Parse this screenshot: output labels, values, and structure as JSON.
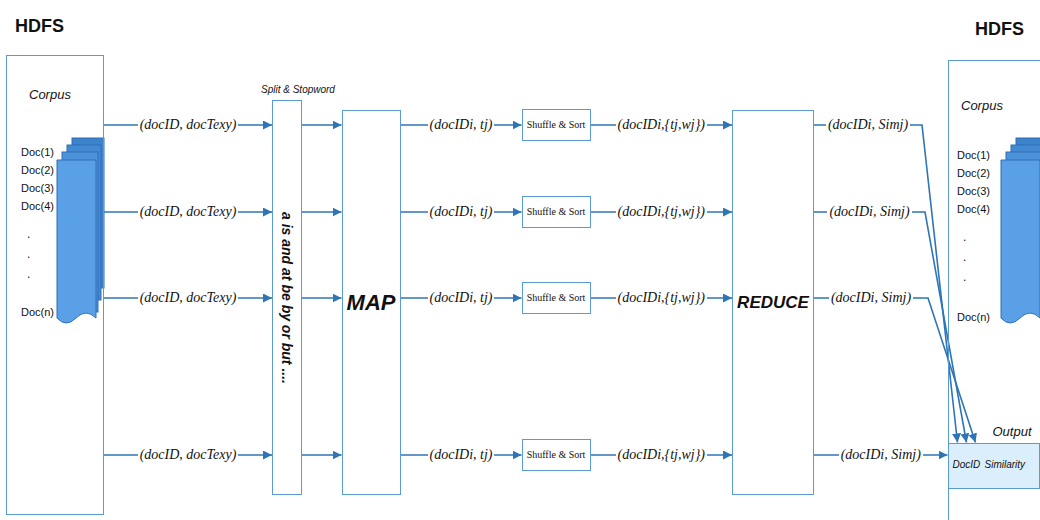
{
  "diagram": {
    "nodes": [
      {
        "text": [
          "HDFS",
          "Corpus",
          "Doc(1)",
          "Doc(2)",
          "Doc(3)",
          "Doc(4)",
          ".",
          ".",
          ".",
          "Doc(n)"
        ]
      },
      {
        "text": [
          "Split & Stopword",
          "a is and at be by or but ...."
        ]
      },
      {
        "text": [
          "MAP"
        ]
      },
      {
        "text": [
          "Shuffle & Sort"
        ]
      },
      {
        "text": [
          "Shuffle & Sort"
        ]
      },
      {
        "text": [
          "Shuffle & Sort"
        ]
      },
      {
        "text": [
          "Shuffle & Sort"
        ]
      },
      {
        "text": [
          "REDUCE"
        ]
      },
      {
        "text": [
          "HDFS",
          "Corpus",
          "Doc(1)",
          "Doc(2)",
          "Doc(3)",
          "Doc(4)",
          ".",
          ".",
          ".",
          "Doc(n)"
        ]
      },
      {
        "text": [
          "Output",
          "DocID",
          "Similarity"
        ],
        "in": 8
      }
    ],
    "edges": [
      {
        "from": 0,
        "to": 1,
        "arrow": "to",
        "label": "(docID, docTexy)"
      },
      {
        "from": 0,
        "to": 1,
        "arrow": "to",
        "label": "(docID, docTexy)"
      },
      {
        "from": 0,
        "to": 1,
        "arrow": "to",
        "label": "(docID, docTexy)"
      },
      {
        "from": 0,
        "to": 1,
        "arrow": "to",
        "label": "(docID, docTexy)"
      },
      {
        "from": 1,
        "to": 2,
        "arrow": "to"
      },
      {
        "from": 1,
        "to": 2,
        "arrow": "to"
      },
      {
        "from": 1,
        "to": 2,
        "arrow": "to"
      },
      {
        "from": 1,
        "to": 2,
        "arrow": "to"
      },
      {
        "from": 2,
        "to": 3,
        "arrow": "to",
        "label": "(docIDi, tj)"
      },
      {
        "from": 2,
        "to": 4,
        "arrow": "to",
        "label": "(docIDi, tj)"
      },
      {
        "from": 2,
        "to": 5,
        "arrow": "to",
        "label": "(docIDi, tj)"
      },
      {
        "from": 2,
        "to": 6,
        "arrow": "to",
        "label": "(docIDi, tj)"
      },
      {
        "from": 3,
        "to": 7,
        "arrow": "to",
        "label": "(docIDi,{tj,wj})"
      },
      {
        "from": 4,
        "to": 7,
        "arrow": "to",
        "label": "(docIDi,{tj,wj})"
      },
      {
        "from": 5,
        "to": 7,
        "arrow": "to",
        "label": "(docIDi,{tj,wj})"
      },
      {
        "from": 6,
        "to": 7,
        "arrow": "to",
        "label": "(docIDi,{tj,wj})"
      },
      {
        "from": 7,
        "to": 9,
        "arrow": "to",
        "label": "(docIDi, Simj)"
      },
      {
        "from": 7,
        "to": 9,
        "arrow": "to",
        "label": "(docIDi, Simj)"
      },
      {
        "from": 7,
        "to": 9,
        "arrow": "to",
        "label": "(docIDi, Simj)"
      },
      {
        "from": 7,
        "to": 9,
        "arrow": "to",
        "label": "(docIDi, Simj)"
      }
    ]
  }
}
